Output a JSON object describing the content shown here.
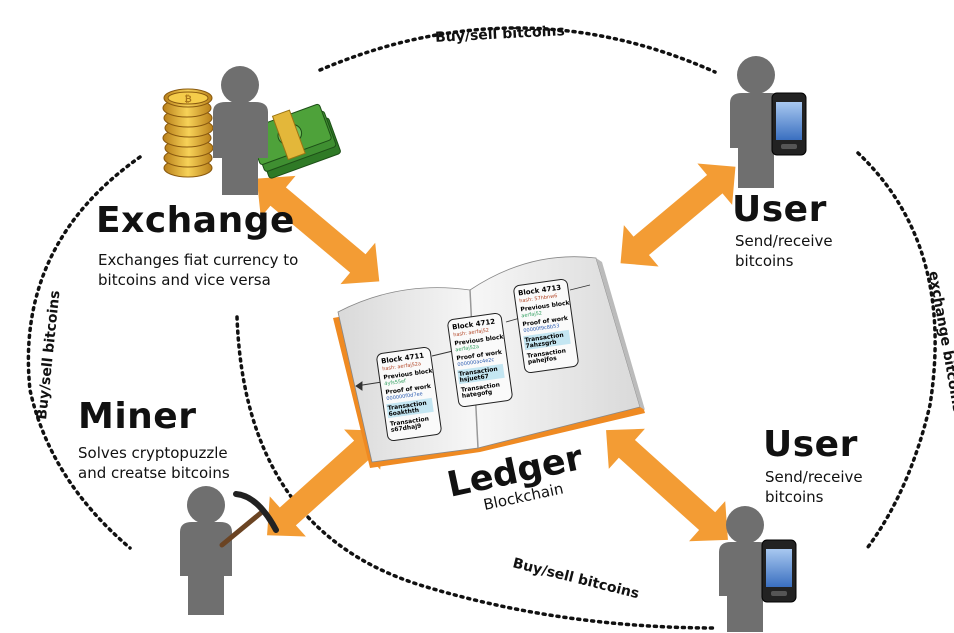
{
  "exchange": {
    "title": "Exchange",
    "description_line1": "Exchanges fiat currency to",
    "description_line2": "bitcoins and vice versa"
  },
  "miner": {
    "title": "Miner",
    "description_line1": "Solves cryptopuzzle",
    "description_line2": "and creatse bitcoins"
  },
  "user_top": {
    "title": "User",
    "description_line1": "Send/receive",
    "description_line2": "bitcoins"
  },
  "user_bottom": {
    "title": "User",
    "description_line1": "Send/receive",
    "description_line2": "bitcoins"
  },
  "ledger": {
    "title": "Ledger",
    "subtitle": "Blockchain"
  },
  "flows": {
    "top": "Buy/sell bitcoins",
    "left": "Buy/sell bitcoins",
    "bottom": "Buy/sell bitcoins",
    "right": "exchange bitcoins"
  },
  "blocks": [
    {
      "title": "Block 4711",
      "hash": "hash: aerfaj52a",
      "prev_label": "Previous block",
      "prev_value": "4yfs55ef",
      "pow_label": "Proof of work",
      "pow_value": "000000f0d7ee",
      "tx1_label": "Transaction",
      "tx1_value": "6oakthth",
      "tx2_label": "Transaction",
      "tx2_value": "s67dhaj9"
    },
    {
      "title": "Block 4712",
      "hash": "hash: aerfaj52",
      "prev_label": "Previous block",
      "prev_value": "aerfaj52a",
      "pow_label": "Proof of work",
      "pow_value": "000000ac4e2c",
      "tx1_label": "Transaction",
      "tx1_value": "hsjuet67",
      "tx2_label": "Transaction",
      "tx2_value": "hategofg"
    },
    {
      "title": "Block 4713",
      "hash": "hash: 57hbnw6",
      "prev_label": "Previous block",
      "prev_value": "aerfaj52",
      "pow_label": "Proof of work",
      "pow_value": "00000f9c8b53",
      "tx1_label": "Transaction",
      "tx1_value": "7ahzsgrb",
      "tx2_label": "Transaction",
      "tx2_value": "pahejfos"
    }
  ],
  "colors": {
    "arrow": "#f39c34",
    "person": "#6f6f6f",
    "book_page": "#f2f2f2",
    "book_cover": "#ef8a22",
    "tx_fill": "#c4e6f2",
    "hash_text": "#b04020",
    "prev_text": "#2a9d5a",
    "pow_text": "#2a5ab0",
    "coin": "#e0a92a",
    "money": "#4ea23a"
  },
  "icons": [
    "person-icon",
    "smartphone-icon",
    "coins-icon",
    "banknotes-icon",
    "pickaxe-icon",
    "book-icon"
  ]
}
